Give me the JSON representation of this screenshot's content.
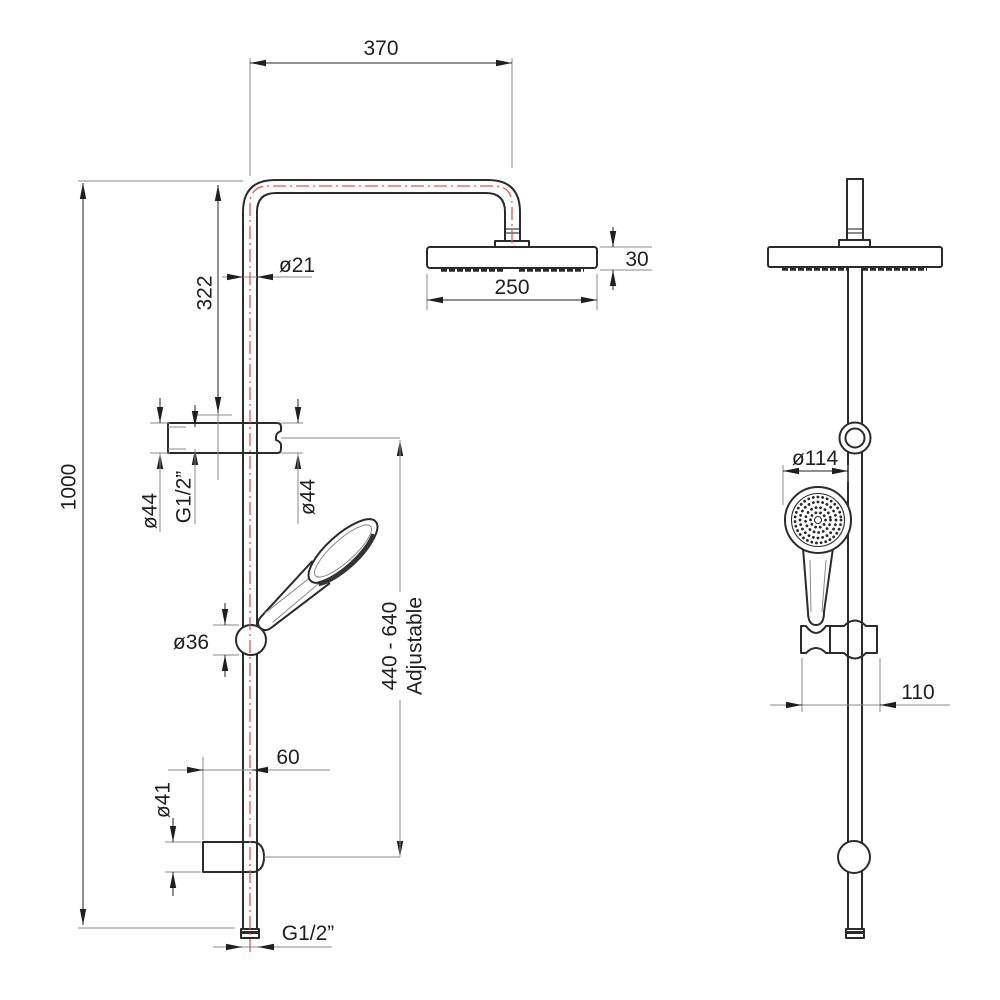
{
  "colors": {
    "outline": "#2b2b2b",
    "dimension_lines": "#8a8a8a",
    "text_and_arrows": "#1f1f1f",
    "centerline_accent": "#e2584a",
    "background": "#ffffff"
  },
  "side_view": {
    "dims": {
      "arm_projection": "370",
      "head_to_bracket": "322",
      "overall_height": "1000",
      "pipe_dia": "ø21",
      "head_width": "250",
      "head_height": "30",
      "bracket_dia_left": "ø44",
      "bracket_thread": "G1/2”",
      "bracket_dia_right": "ø44",
      "slider_range": "440 - 640",
      "slider_range_note": "Adjustable",
      "knob_dia": "ø36",
      "lower_bracket_offset": "60",
      "lower_bracket_dia": "ø41",
      "inlet_thread": "G1/2”"
    }
  },
  "front_view": {
    "dims": {
      "handshower_dia": "ø114",
      "bracket_width": "110"
    }
  }
}
